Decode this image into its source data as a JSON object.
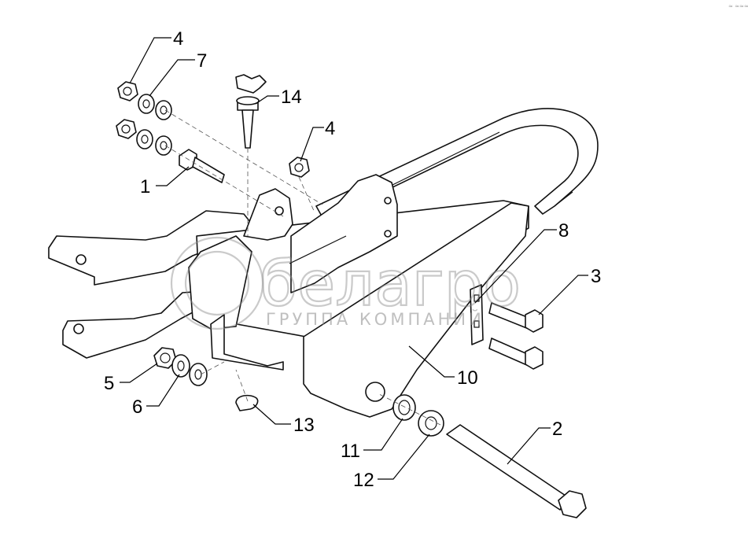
{
  "diagram": {
    "callouts": [
      {
        "id": "c4a",
        "label": "4"
      },
      {
        "id": "c7",
        "label": "7"
      },
      {
        "id": "c14",
        "label": "14"
      },
      {
        "id": "c4b",
        "label": "4"
      },
      {
        "id": "c1",
        "label": "1"
      },
      {
        "id": "c8",
        "label": "8"
      },
      {
        "id": "c3",
        "label": "3"
      },
      {
        "id": "c10",
        "label": "10"
      },
      {
        "id": "c5",
        "label": "5"
      },
      {
        "id": "c6",
        "label": "6"
      },
      {
        "id": "c13",
        "label": "13"
      },
      {
        "id": "c2",
        "label": "2"
      },
      {
        "id": "c11",
        "label": "11"
      },
      {
        "id": "c12",
        "label": "12"
      }
    ]
  },
  "watermark": {
    "logo_text": "белагро",
    "tagline": "ГРУППА КОМПАНИЙ"
  },
  "corner_mark": "≈ ≈≈≈"
}
